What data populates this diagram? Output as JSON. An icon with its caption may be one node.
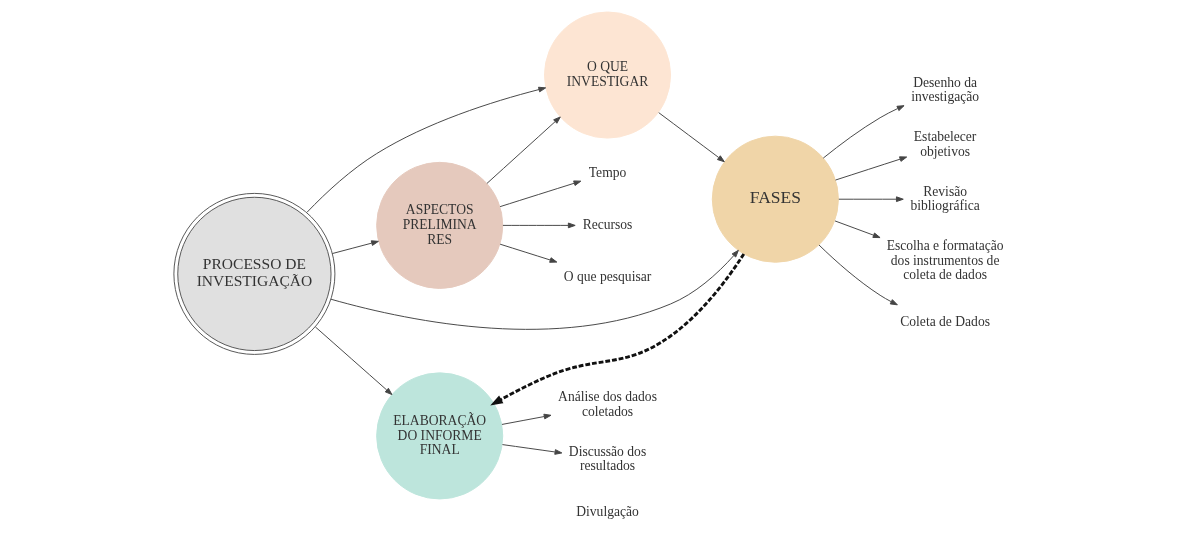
{
  "diagram": {
    "nodes": [
      {
        "text": [
          "PROCESSO DE INVESTIGAÇÃO"
        ]
      },
      {
        "text": [
          "ASPECTOS PRELIMINA RES"
        ]
      },
      {
        "text": [
          "O QUE INVESTIGAR"
        ]
      },
      {
        "text": [
          "FASES"
        ]
      },
      {
        "text": [
          "ELABORAÇÃO DO INFORME FINAL"
        ]
      },
      {
        "text": [
          "Tempo"
        ]
      },
      {
        "text": [
          "Recursos"
        ]
      },
      {
        "text": [
          "O que pesquisar"
        ]
      },
      {
        "text": [
          "Desenho da investigação"
        ]
      },
      {
        "text": [
          "Estabelecer objetivos"
        ]
      },
      {
        "text": [
          "Revisão bibliográfica"
        ]
      },
      {
        "text": [
          "Escolha e formatação dos instrumentos de coleta de dados"
        ]
      },
      {
        "text": [
          "Coleta de Dados"
        ]
      },
      {
        "text": [
          "Análise dos dados coletados"
        ]
      },
      {
        "text": [
          "Discussão dos resultados"
        ]
      }
    ],
    "edges": [
      {
        "from": 0,
        "to": 1,
        "arrow": "to"
      },
      {
        "from": 0,
        "to": 2,
        "arrow": "to"
      },
      {
        "from": 0,
        "to": 3,
        "arrow": "to"
      },
      {
        "from": 0,
        "to": 4,
        "arrow": "to"
      },
      {
        "from": 1,
        "to": 2,
        "arrow": "to"
      },
      {
        "from": 2,
        "to": 3,
        "arrow": "to"
      },
      {
        "from": 3,
        "to": 4,
        "arrow": "to",
        "style": "dashed"
      },
      {
        "from": 1,
        "to": 5,
        "arrow": "to"
      },
      {
        "from": 1,
        "to": 6,
        "arrow": "to"
      },
      {
        "from": 1,
        "to": 7,
        "arrow": "to"
      },
      {
        "from": 3,
        "to": 8,
        "arrow": "to"
      },
      {
        "from": 3,
        "to": 9,
        "arrow": "to"
      },
      {
        "from": 3,
        "to": 10,
        "arrow": "to"
      },
      {
        "from": 3,
        "to": 11,
        "arrow": "to"
      },
      {
        "from": 3,
        "to": 12,
        "arrow": "to"
      },
      {
        "from": 4,
        "to": 13,
        "arrow": "to"
      },
      {
        "from": 4,
        "to": 14,
        "arrow": "to"
      }
    ],
    "labels": [
      "Divulgação"
    ]
  }
}
